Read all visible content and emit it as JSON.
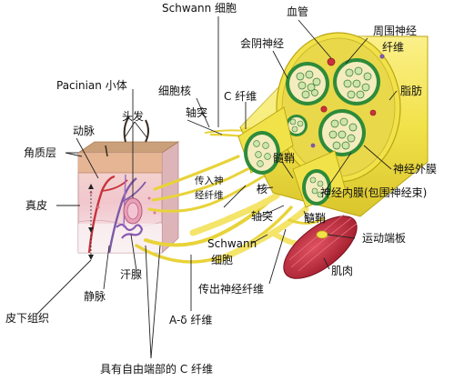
{
  "labels": {
    "schwann_top": "Schwann 细胞",
    "blood_vessel": "血管",
    "perineurium": "周围神经",
    "perineurium_2": "纤维",
    "perineal_nerve": "会阴神经",
    "fat": "脂肪",
    "pacinian": "Pacinian 小体",
    "nucleus": "细胞核",
    "c_fiber": "C 纤维",
    "axon_top": "轴突",
    "artery": "动脉",
    "hair": "头发",
    "stratum_corneum": "角质层",
    "myelin_mid": "髓鞘",
    "epineurium": "神经外膜",
    "afferent_1": "传入神",
    "afferent_2": "经纤维",
    "nucleus_mid": "核",
    "endoneurium": "神经内膜(包围神经束)",
    "dermis": "真皮",
    "axon_mid": "轴突",
    "myelin_low": "髓鞘",
    "schwann_low_1": "Schwann",
    "schwann_low_2": "细胞",
    "motor_endplate": "运动端板",
    "efferent": "传出神经纤维",
    "muscle": "肌肉",
    "sweat_gland": "汗腺",
    "vein": "静脉",
    "subcutaneous": "皮下组织",
    "a_delta": "A-δ 纤维",
    "free_ending_c": "具有自由端部的 C 纤维"
  },
  "colors": {
    "nerve_yellow": "#f2e24a",
    "nerve_outline": "#b9a412",
    "fascicle_green": "#2e8b3a",
    "fascicle_inner": "#f4ecbf",
    "vessel_red": "#c8323c",
    "skin_pink": "#f3c9cf",
    "epidermis_tan": "#e3b08a",
    "vein_purple": "#7d5aa6",
    "muscle_red": "#c0283a"
  }
}
